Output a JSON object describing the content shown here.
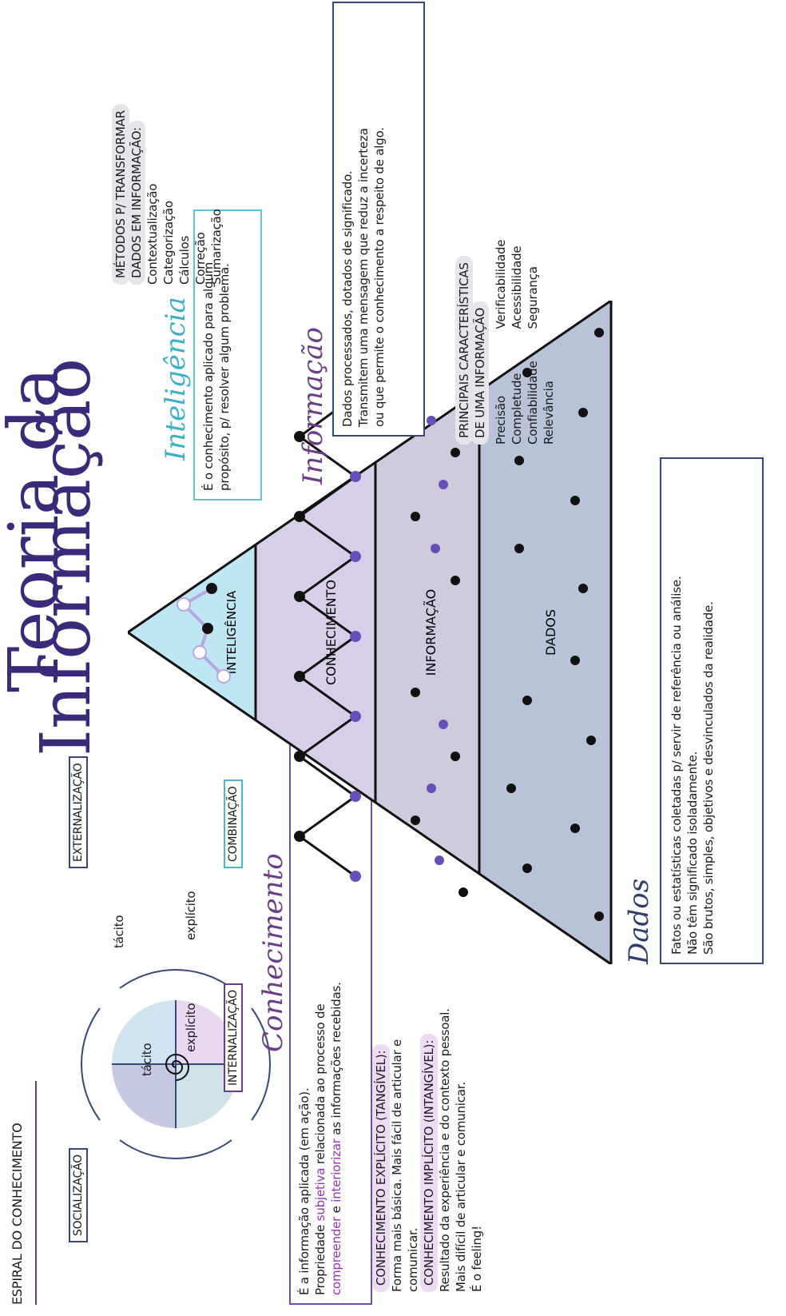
{
  "title": {
    "line1": "Teoria da",
    "line2": "Informação"
  },
  "pyramid": {
    "levels": [
      "INTELIGÊNCIA",
      "CONHECIMENTO",
      "INFORMAÇÃO",
      "DADOS"
    ]
  },
  "inteligencia": {
    "heading": "Inteligência",
    "lines": [
      "É o conhecimento aplicado para algum",
      "propósito, p/ resolver algum problema."
    ]
  },
  "informacao": {
    "heading": "Informação",
    "lines": [
      "Dados processados, dotados de significado.",
      "Transmitem uma mensagem que reduz a incerteza",
      "ou que permite o conhecimento a respeito de algo."
    ],
    "metodos_title": [
      "MÉTODOS P/ TRANSFORMAR",
      "DADOS EM INFORMAÇÃO:"
    ],
    "metodos": [
      "Contextualização",
      "Categorização",
      "Cálculos",
      "Correção",
      "Sumarização"
    ],
    "carac_title": [
      "PRINCIPAIS CARACTERÍSTICAS",
      "DE UMA INFORMAÇÃO"
    ],
    "carac_col1": [
      "Precisão",
      "Completude",
      "Confiabilidade",
      "Relevância"
    ],
    "carac_col2": [
      "Verificabilidade",
      "Acessibilidade",
      "Segurança"
    ]
  },
  "dados": {
    "heading": "Dados",
    "lines": [
      "Fatos ou estatísticas coletadas p/ servir de referência ou análise.",
      "Não têm significado isoladamente.",
      "São brutos, simples, objetivos e desvinculados da realidade."
    ]
  },
  "conhecimento": {
    "heading": "Conhecimento",
    "line1": "É a informação aplicada (em ação).",
    "line2": "Propriedade",
    "line2_hl": "subjetiva",
    "line2_rest": "relacionada ao processo de",
    "line3_hl1": "compreender",
    "line3_e": "e",
    "line3_hl2": "interiorizar",
    "line3_rest": "as informações recebidas.",
    "explicito_title": "CONHECIMENTO EXPLÍCITO (TANGÍVEL):",
    "explicito_lines": [
      "Forma mais básica. Mais fácil de articular e",
      "comunicar."
    ],
    "implicito_title": "CONHECIMENTO IMPLÍCITO (INTANGÍVEL):",
    "implicito_lines": [
      "Resultado da experiência e do contexto pessoal.",
      "Mais difícil de articular e comunicar.",
      "É o feeling!"
    ]
  },
  "espiral": {
    "title": "ESPIRAL DO CONHECIMENTO",
    "tags": {
      "socializacao": "SOCIALIZAÇÃO",
      "externalizacao": "EXTERNALIZAÇÃO",
      "combinacao": "COMBINAÇÃO",
      "internalizacao": "INTERNALIZAÇÃO"
    },
    "labels": {
      "tacito_top": "tácito",
      "tacito_left": "tácito",
      "explicito_right": "explícito",
      "explicito_bottom": "explícito"
    }
  },
  "colors": {
    "intelligence": "#bfe6f3",
    "knowledge": "#d7cfe8",
    "information": "#cfcbdc",
    "data": "#b9c3d8",
    "dot_black": "#111111",
    "dot_purple": "#6650b8",
    "title": "#3b2a7a"
  }
}
